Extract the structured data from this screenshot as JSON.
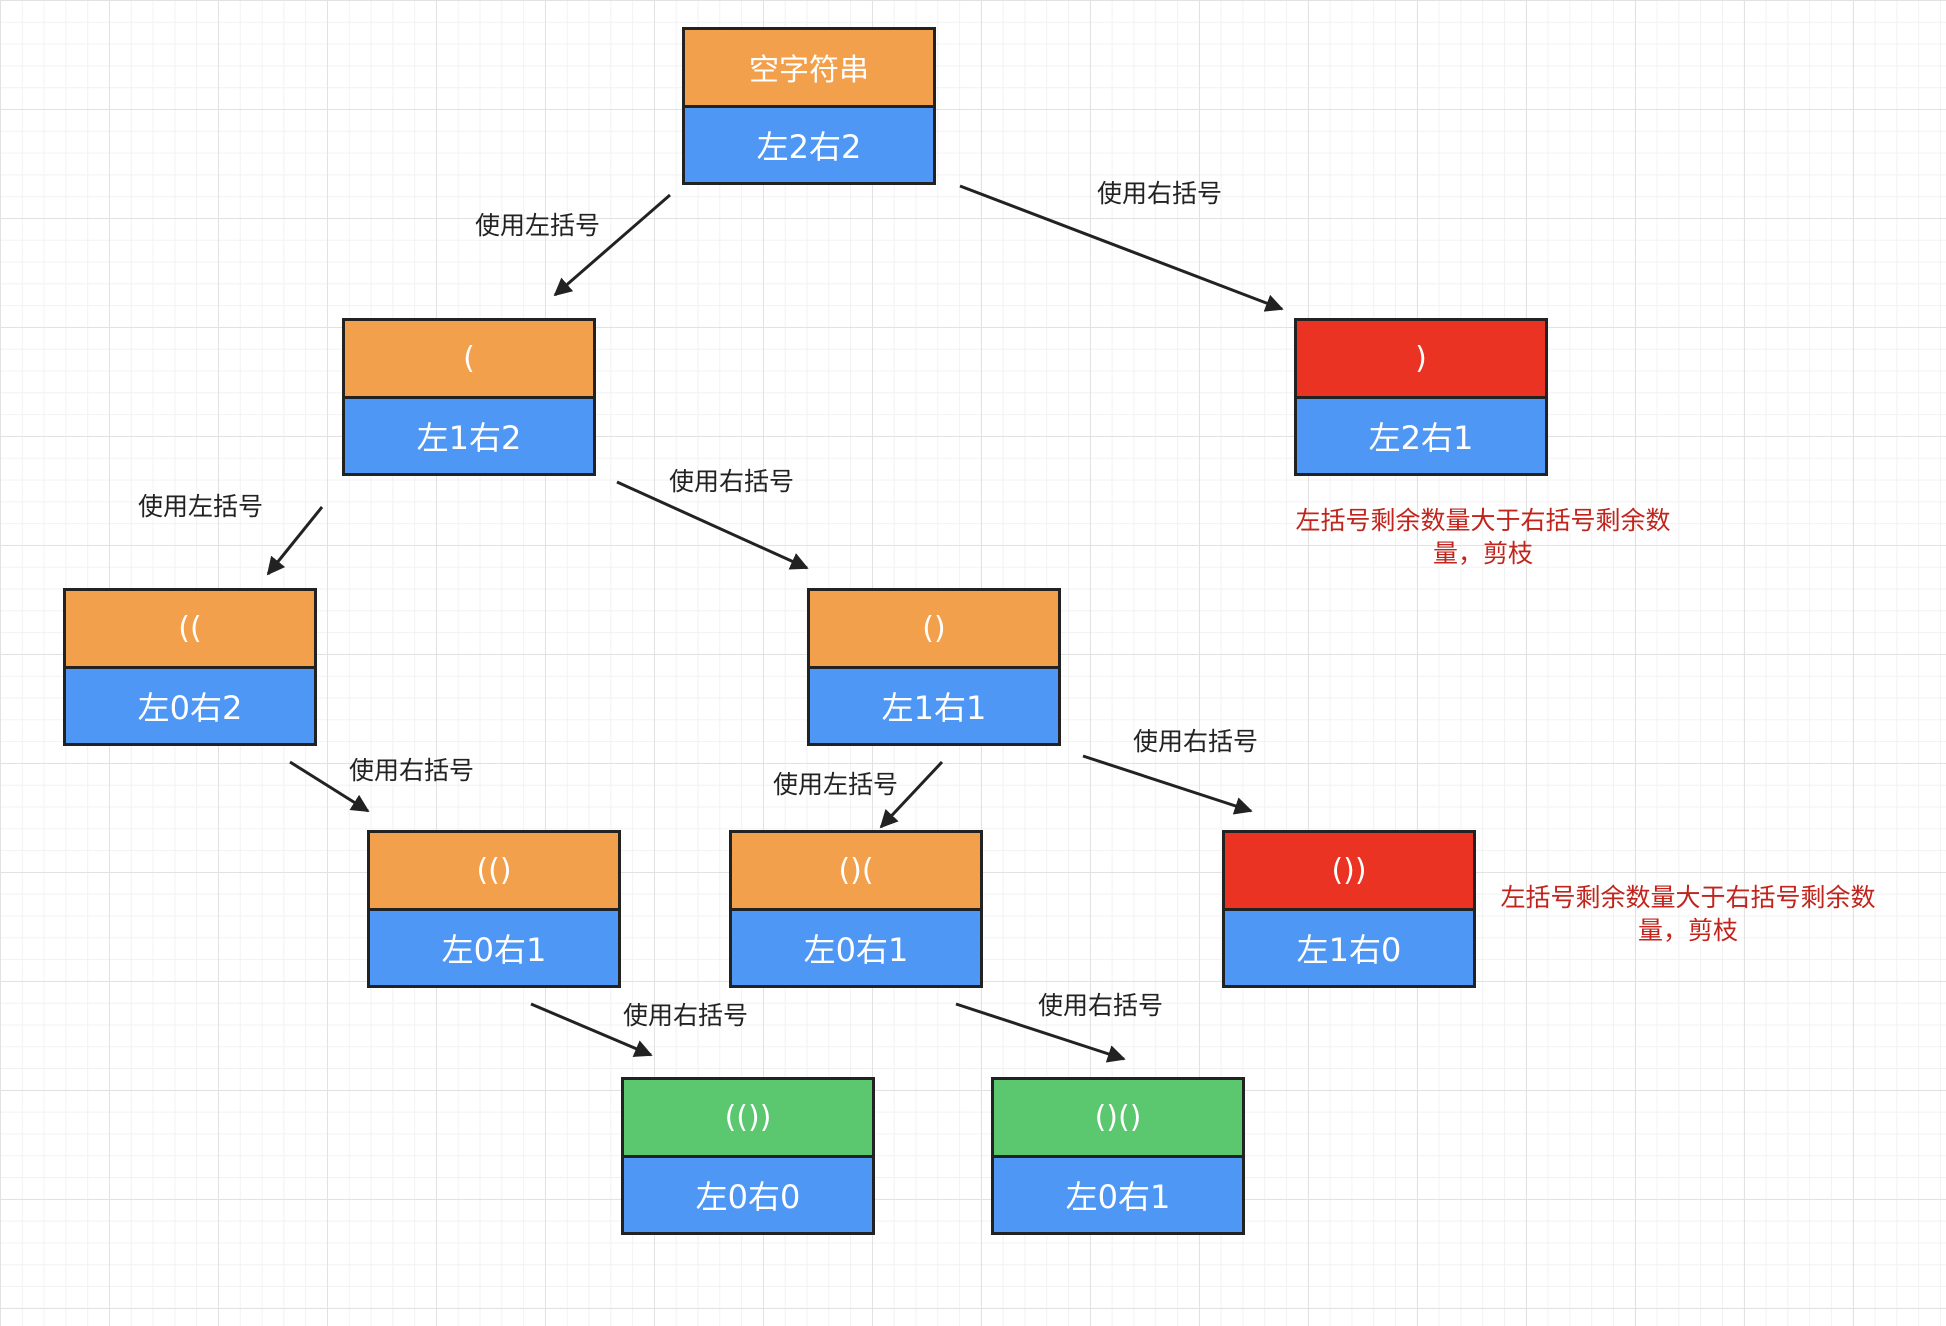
{
  "colors": {
    "orange": "#f2a04c",
    "red": "#ea3323",
    "green": "#5bc86f",
    "blue": "#4f97f5",
    "note_text": "#c0241c"
  },
  "nodes": [
    {
      "id": "root",
      "top": "空字符串",
      "bottom": "左2右2",
      "status": "orange"
    },
    {
      "id": "l",
      "top": "(",
      "bottom": "左1右2",
      "status": "orange"
    },
    {
      "id": "r",
      "top": ")",
      "bottom": "左2右1",
      "status": "red"
    },
    {
      "id": "ll",
      "top": "((",
      "bottom": "左0右2",
      "status": "orange"
    },
    {
      "id": "lr",
      "top": "()",
      "bottom": "左1右1",
      "status": "orange"
    },
    {
      "id": "llr",
      "top": "(()",
      "bottom": "左0右1",
      "status": "orange"
    },
    {
      "id": "lrl",
      "top": "()(",
      "bottom": "左0右1",
      "status": "orange"
    },
    {
      "id": "lrr",
      "top": "())",
      "bottom": "左1右0",
      "status": "red"
    },
    {
      "id": "llrr",
      "top": "(())",
      "bottom": "左0右0",
      "status": "green"
    },
    {
      "id": "lrlr",
      "top": "()()",
      "bottom": "左0右1",
      "status": "green"
    }
  ],
  "edges": [
    {
      "from": "root",
      "to": "l",
      "label": "使用左括号"
    },
    {
      "from": "root",
      "to": "r",
      "label": "使用右括号"
    },
    {
      "from": "l",
      "to": "ll",
      "label": "使用左括号"
    },
    {
      "from": "l",
      "to": "lr",
      "label": "使用右括号"
    },
    {
      "from": "ll",
      "to": "llr",
      "label": "使用右括号"
    },
    {
      "from": "lr",
      "to": "lrl",
      "label": "使用左括号"
    },
    {
      "from": "lr",
      "to": "lrr",
      "label": "使用右括号"
    },
    {
      "from": "llr",
      "to": "llrr",
      "label": "使用右括号"
    },
    {
      "from": "lrl",
      "to": "lrlr",
      "label": "使用右括号"
    }
  ],
  "notes": [
    {
      "target": "r",
      "text": "左括号剩余数量大于右括号剩余数量，剪枝"
    },
    {
      "target": "lrr",
      "text": "左括号剩余数量大于右括号剩余数量，剪枝"
    }
  ]
}
